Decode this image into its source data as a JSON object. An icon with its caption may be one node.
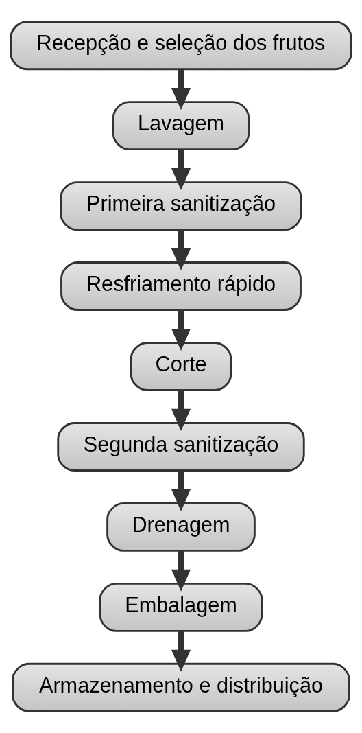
{
  "diagram": {
    "nodes": [
      {
        "text": [
          "Recepção e seleção dos frutos"
        ]
      },
      {
        "text": [
          "Lavagem"
        ]
      },
      {
        "text": [
          "Primeira sanitização"
        ]
      },
      {
        "text": [
          "Resfriamento rápido"
        ]
      },
      {
        "text": [
          "Corte"
        ]
      },
      {
        "text": [
          "Segunda sanitização"
        ]
      },
      {
        "text": [
          "Drenagem"
        ]
      },
      {
        "text": [
          "Embalagem"
        ]
      },
      {
        "text": [
          "Armazenamento e distribuição"
        ]
      }
    ],
    "edges": [
      {
        "from": 0,
        "to": 1,
        "arrow": "to"
      },
      {
        "from": 1,
        "to": 2,
        "arrow": "to"
      },
      {
        "from": 2,
        "to": 3,
        "arrow": "to"
      },
      {
        "from": 3,
        "to": 4,
        "arrow": "to"
      },
      {
        "from": 4,
        "to": 5,
        "arrow": "to"
      },
      {
        "from": 5,
        "to": 6,
        "arrow": "to"
      },
      {
        "from": 6,
        "to": 7,
        "arrow": "to"
      },
      {
        "from": 7,
        "to": 8,
        "arrow": "to"
      }
    ]
  }
}
